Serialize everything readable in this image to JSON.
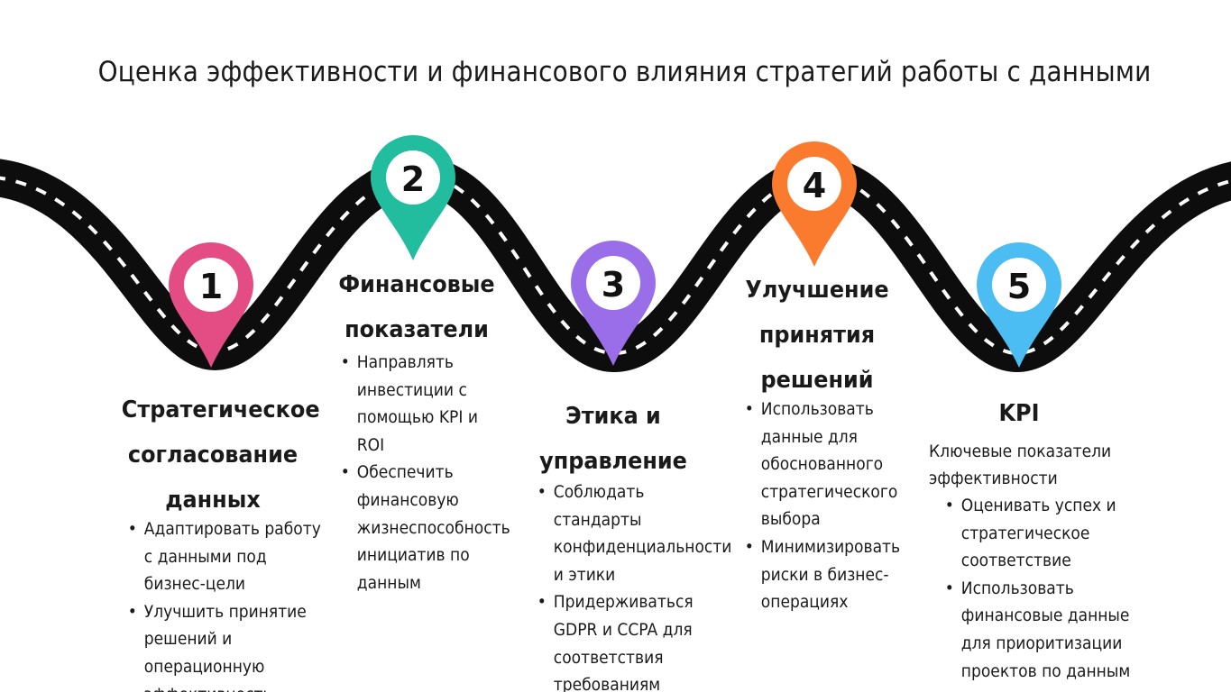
{
  "title": "Оценка эффективности и финансового влияния стратегий работы с данными",
  "colors": {
    "road": "#0d0d0d",
    "dash": "#ffffff",
    "pin1": "#e34d84",
    "pin2": "#22bc9e",
    "pin3": "#9a6ee9",
    "pin4": "#fa7a2e",
    "pin5": "#4bbdf2"
  },
  "steps": [
    {
      "number": "1",
      "title_lines": [
        "Стратегическое",
        "согласование",
        "данных"
      ],
      "bullets": [
        [
          "Адаптировать работу",
          "с данными под",
          "бизнес-цели"
        ],
        [
          "Улучшить принятие",
          "решений и",
          "операционную",
          "эффективность"
        ]
      ]
    },
    {
      "number": "2",
      "title_lines": [
        "Финансовые",
        "показатели"
      ],
      "bullets": [
        [
          "Направлять",
          "инвестиции с",
          "помощью KPI и",
          "ROI"
        ],
        [
          "Обеспечить",
          "финансовую",
          "жизнеспособность",
          "инициатив по",
          "данным"
        ]
      ]
    },
    {
      "number": "3",
      "title_lines": [
        "Этика и",
        "управление"
      ],
      "bullets": [
        [
          "Соблюдать",
          "стандарты",
          "конфиденциальности",
          "и этики"
        ],
        [
          "Придерживаться",
          "GDPR и CCPA для",
          "соответствия",
          "требованиям"
        ]
      ]
    },
    {
      "number": "4",
      "title_lines": [
        "Улучшение",
        "принятия",
        "решений"
      ],
      "bullets": [
        [
          "Использовать",
          "данные для",
          "обоснованного",
          "стратегического",
          "выбора"
        ],
        [
          "Минимизировать",
          "риски в бизнес-",
          "операциях"
        ]
      ]
    },
    {
      "number": "5",
      "title_lines": [
        "KPI"
      ],
      "subtitle_lines": [
        "Ключевые показатели",
        "эффективности"
      ],
      "bullets": [
        [
          "Оценивать успех и",
          "стратегическое",
          "соответствие"
        ],
        [
          "Использовать",
          "финансовые данные",
          "для приоритизации",
          "проектов по данным"
        ]
      ]
    }
  ]
}
